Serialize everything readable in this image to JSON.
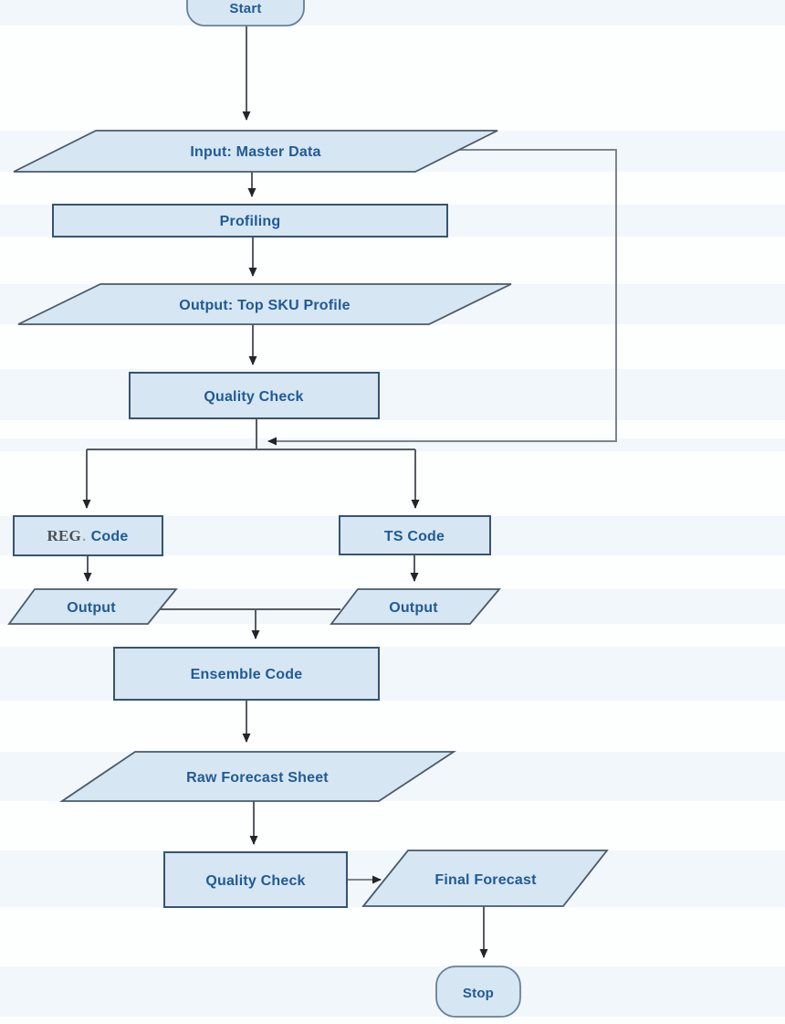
{
  "diagram": {
    "description": "Forecasting process flowchart",
    "colors": {
      "shape_fill": "#d7e6f3",
      "rect_border": "#37546f",
      "parallelogram_border": "#4b5a68",
      "terminator_border": "#64809b",
      "edge_dark": "#565c63",
      "edge_gray": "#7d848b",
      "label_text": "#1f5a96",
      "reg_prefix_text": "#4b4f53",
      "background": "#fdfefe"
    },
    "nodes": {
      "start": {
        "type": "terminator",
        "label": "Start"
      },
      "input_master_data": {
        "type": "data",
        "label": "Input: Master Data"
      },
      "profiling": {
        "type": "process",
        "label": "Profiling"
      },
      "output_top_sku_profile": {
        "type": "data",
        "label": "Output: Top SKU Profile"
      },
      "quality_check_1": {
        "type": "process",
        "label": "Quality Check"
      },
      "reg_code": {
        "type": "process",
        "prefix": "REG",
        "separator": ".",
        "label": "Code"
      },
      "ts_code": {
        "type": "process",
        "label": "TS Code"
      },
      "output_reg": {
        "type": "data",
        "label": "Output"
      },
      "output_ts": {
        "type": "data",
        "label": "Output"
      },
      "ensemble_code": {
        "type": "process",
        "label": "Ensemble Code"
      },
      "raw_forecast_sheet": {
        "type": "data",
        "label": "Raw Forecast Sheet"
      },
      "quality_check_2": {
        "type": "process",
        "label": "Quality Check"
      },
      "final_forecast": {
        "type": "data",
        "label": "Final Forecast"
      },
      "stop": {
        "type": "terminator",
        "label": "Stop"
      }
    },
    "edges": [
      "start -> input_master_data",
      "input_master_data -> profiling",
      "profiling -> output_top_sku_profile",
      "output_top_sku_profile -> quality_check_1",
      "input_master_data -> junction (feedback right side)",
      "quality_check_1 -> branch (REG Code | TS Code)",
      "reg_code -> output_reg",
      "ts_code -> output_ts",
      "output_reg + output_ts -> ensemble_code",
      "ensemble_code -> raw_forecast_sheet",
      "raw_forecast_sheet -> quality_check_2",
      "quality_check_2 -> final_forecast",
      "final_forecast -> stop"
    ]
  }
}
